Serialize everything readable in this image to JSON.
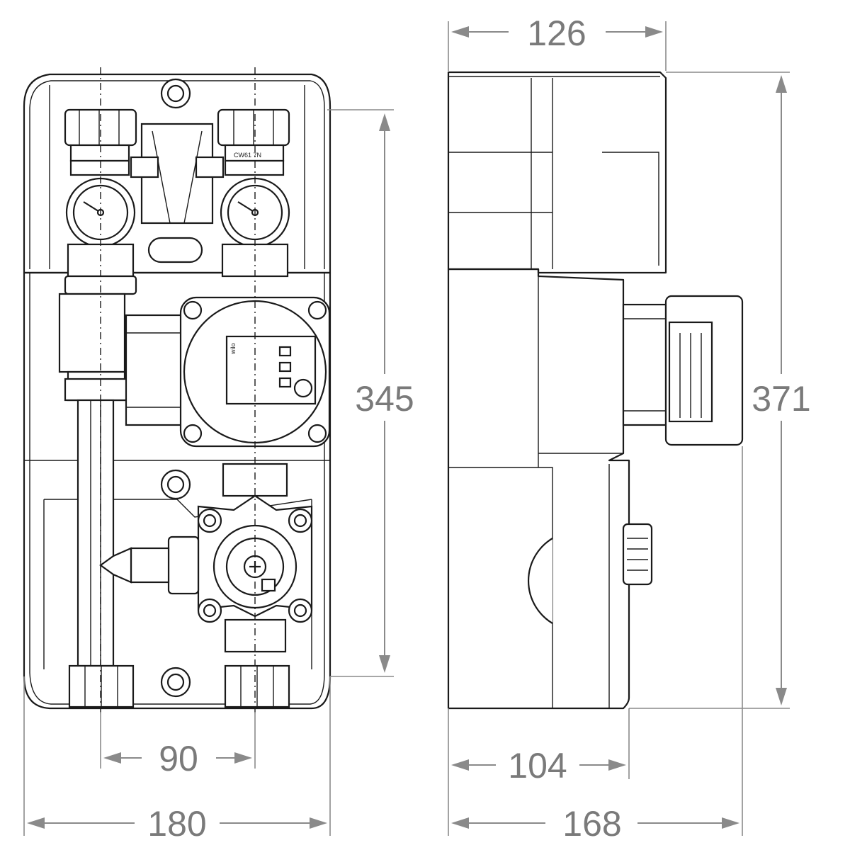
{
  "dimensions": {
    "front_height": "345",
    "front_width_outer": "180",
    "front_pipe_spacing": "90",
    "side_height": "371",
    "side_depth_top": "126",
    "side_depth_bottom_inner": "104",
    "side_depth_bottom_outer": "168"
  },
  "pump_label": "wilo",
  "fitting_label": "CW61 7N"
}
